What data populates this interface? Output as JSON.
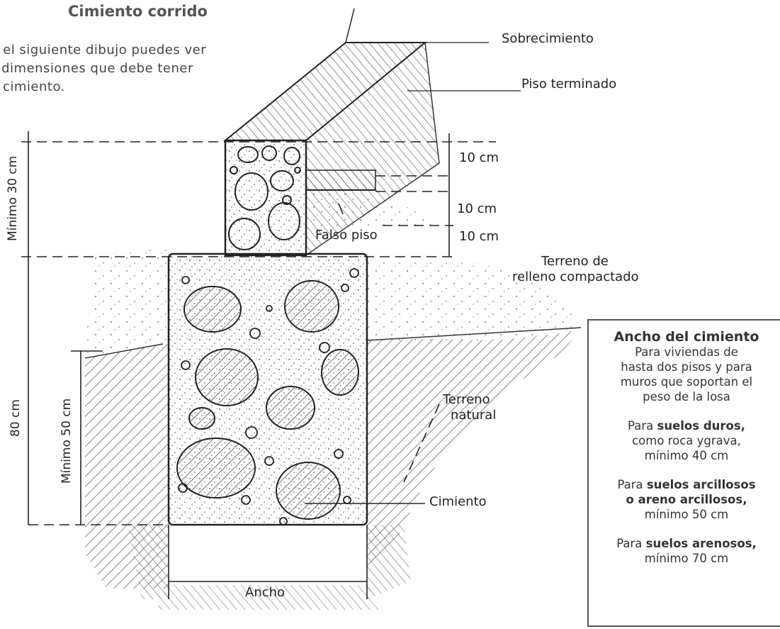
{
  "title": "Cimiento corrido",
  "intro_lines": [
    "n el siguiente dibujo puedes ver",
    "s dimensiones que debe tener",
    "cimiento."
  ],
  "labels": {
    "sobrecimiento": "Sobrecimiento",
    "piso_terminado": "Piso terminado",
    "falso_piso": "Falso piso",
    "terreno_relleno_1": "Terreno de",
    "terreno_relleno_2": "relleno compactado",
    "terreno_natural_1": "Terreno",
    "terreno_natural_2": "natural",
    "cimiento": "Cimiento",
    "ancho": "Ancho"
  },
  "dimensions": {
    "d1": "10 cm",
    "d2": "10 cm",
    "d3": "10 cm",
    "minimo_30": "Mínimo 30 cm",
    "minimo_50": "Mínimo 50 cm",
    "total_80": "80 cm"
  },
  "info_box": {
    "heading": "Ancho del cimiento",
    "intro": [
      "Para viviendas de",
      "hasta dos pisos y para",
      "muros que soportan el",
      "peso de la losa"
    ],
    "duros": {
      "pre": "Para ",
      "bold": "suelos duros,",
      "rest": [
        "como roca ygrava,",
        "mínimo 40 cm"
      ]
    },
    "arcillosos": {
      "pre": "Para ",
      "bold1": "suelos arcillosos",
      "bold2": "o areno arcillosos,",
      "rest": "mínimo 50 cm"
    },
    "arenosos": {
      "pre": "Para ",
      "bold": "suelos arenosos,",
      "rest": "mínimo 70 cm"
    }
  }
}
